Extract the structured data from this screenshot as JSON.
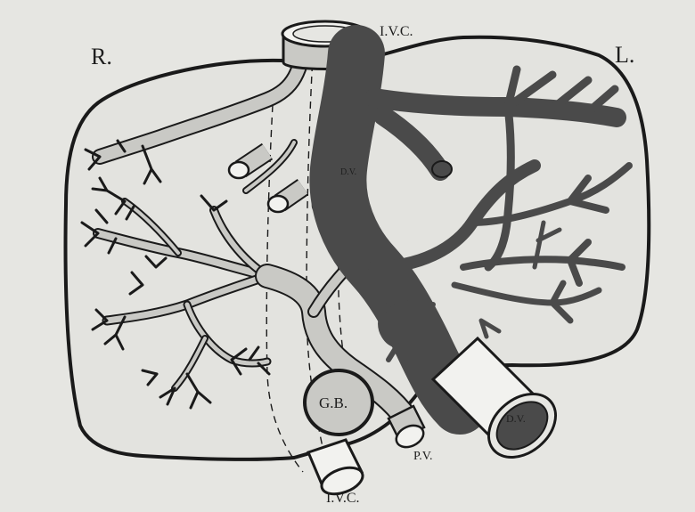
{
  "labels": {
    "right": "R.",
    "left": "L.",
    "ivc_top": "I.V.C.",
    "ivc_bottom": "I.V.C.",
    "gall_bladder": "G.B.",
    "portal_vein": "P.V.",
    "dv_left": "D.V.",
    "dv_center": "D.V."
  },
  "colors": {
    "paper": "#e6e6e2",
    "liver_fill": "#e3e3df",
    "outline": "#1a1a1a",
    "portal_system": "#c9c9c5",
    "dark_veins": "#4a4a4a",
    "lumen_light": "#f2f2ef"
  }
}
